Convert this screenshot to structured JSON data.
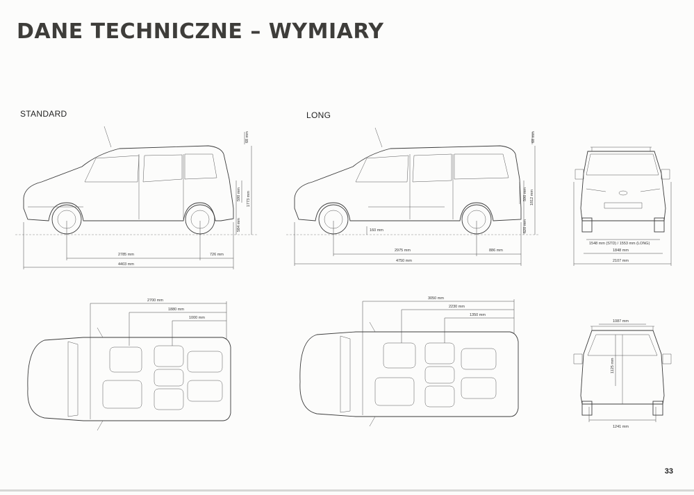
{
  "title": "DANE TECHNICZNE – WYMIARY",
  "variants": {
    "standard": "STANDARD",
    "long": "LONG"
  },
  "page_number": "33",
  "standard_side": {
    "roof_rail": "68 mm",
    "window_height": "590 mm",
    "total_height": "1773 mm",
    "sill_height": "584 mm",
    "wheelbase": "2785 mm",
    "rear_overhang": "726 mm",
    "length": "4403 mm"
  },
  "long_side": {
    "roof_rail": "68 mm",
    "window_height": "590 mm",
    "total_height": "1812 mm",
    "sill_height": "620 mm",
    "ground_clearance": "160 mm",
    "wheelbase": "2975 mm",
    "rear_overhang": "886 mm",
    "length": "4750 mm"
  },
  "front_view": {
    "track": "1548 mm (STD) / 1553 mm (LONG)",
    "width": "1848 mm",
    "width_mirrors": "2107 mm"
  },
  "standard_top": {
    "row1": "2700 mm",
    "row2": "1880 mm",
    "row3": "1000 mm"
  },
  "long_top": {
    "row1": "3050 mm",
    "row2": "2230 mm",
    "row3": "1350 mm"
  },
  "rear_view": {
    "opening_width": "1087 mm",
    "opening_height": "1125 mm",
    "floor_width": "1241 mm"
  }
}
